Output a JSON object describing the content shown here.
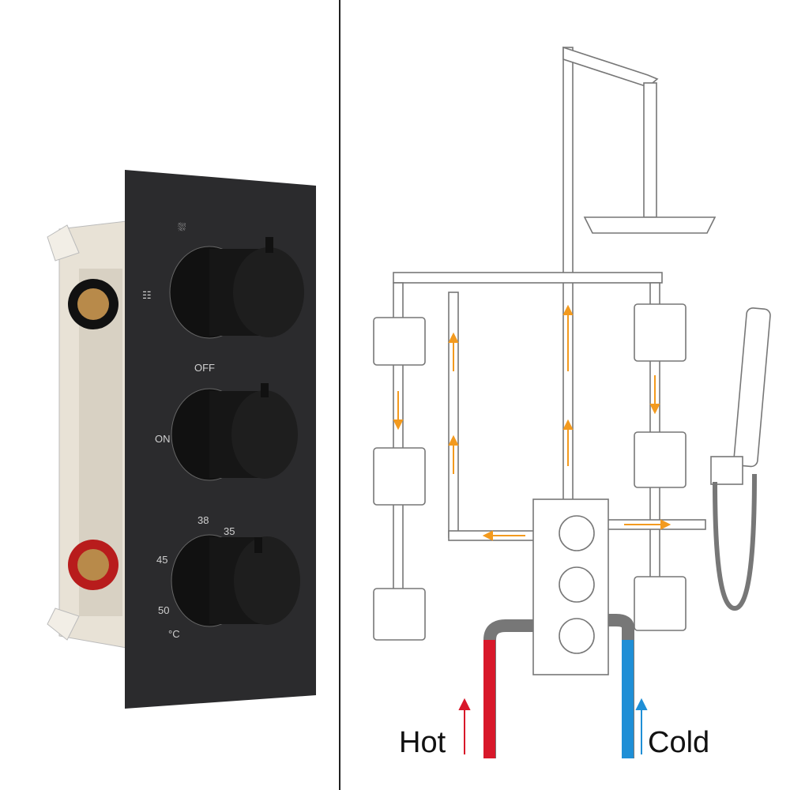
{
  "valve_labels": {
    "off": "OFF",
    "on": "ON",
    "t38": "38",
    "t35": "35",
    "t45": "45",
    "t50": "50",
    "unit": "°C"
  },
  "diagram_labels": {
    "hot": "Hot",
    "cold": "Cold"
  },
  "colors": {
    "hot": "#d8182a",
    "cold": "#1f8fd6",
    "flow_arrow": "#f39a1e",
    "plate": "#2b2b2d"
  }
}
